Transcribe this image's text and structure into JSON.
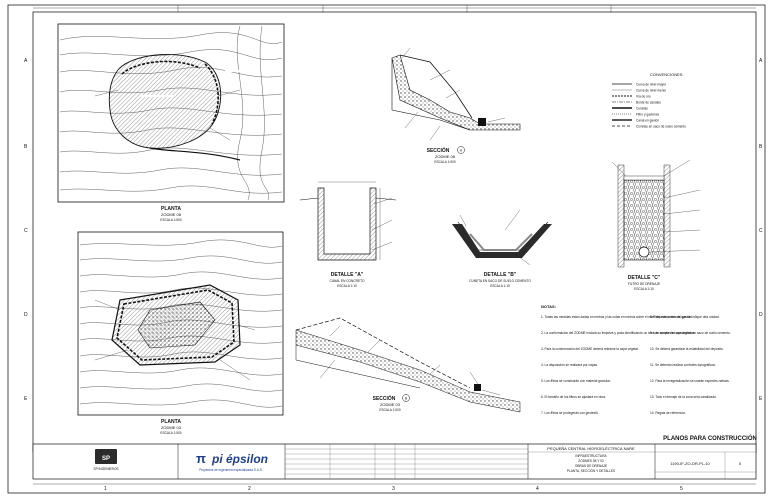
{
  "sheet": {
    "grid_columns": [
      "1",
      "2",
      "3",
      "4",
      "5"
    ],
    "grid_rows": [
      "A",
      "B",
      "C",
      "D",
      "E"
    ]
  },
  "views": {
    "planta_08": {
      "title": "PLANTA",
      "subtitle": "ZODME 08",
      "scale": "ESCALA 1:500"
    },
    "planta_03": {
      "title": "PLANTA",
      "subtitle": "ZODME 03",
      "scale": "ESCALA 1:500"
    },
    "seccion_08": {
      "title": "SECCIÓN",
      "mark": "A",
      "subtitle": "ZODME 08",
      "scale": "ESCALA 1:500"
    },
    "seccion_03": {
      "title": "SECCIÓN",
      "mark": "B",
      "subtitle": "ZODME 03",
      "scale": "ESCALA 1:500"
    },
    "detalle_a": {
      "title": "DETALLE \"A\"",
      "subtitle": "CANAL EN CONCRETO",
      "scale": "ESCALA 1:10"
    },
    "detalle_b": {
      "title": "DETALLE \"B\"",
      "subtitle": "CUNETA EN SACO DE SUELO CEMENTO",
      "scale": "ESCALA 1:10"
    },
    "detalle_c": {
      "title": "DETALLE \"C\"",
      "subtitle": "FILTRO DE DRENAJE",
      "scale": "ESCALA 1:10"
    }
  },
  "convenciones": {
    "title": "CONVENCIONES:",
    "items": [
      "Curva de nivel mayor",
      "Curva de nivel menor",
      "Vía de oro",
      "Borde de canales",
      "Cunetas",
      "Filtro y gaviones",
      "Canal en gavión",
      "Cunetas en saco de suelo cemento"
    ]
  },
  "notas": {
    "title": "NOTAS:",
    "items": [
      "1. Todas las medidas están dadas en metros y las cotas en metros sobre el nivel del mar, a menos que se indique otra unidad.",
      "2. La conformación del ZODME iniciará su limpieza y poda identificando un área de acopio de capa orgánica.",
      "3. Para la conformación del ZODME deberá retirarse la capa vegetal.",
      "4. La disposición se realizará por capas.",
      "5. Los filtros se construirán con material granular.",
      "6. El tamaño de los filtros se ajustará en obra.",
      "7. Los filtros se protegerán con geotextil.",
      "8. Requerimientos del gavión.",
      "9. Las cunetas se construirán en saco de suelo cemento.",
      "10. Se deberá garantizar la estabilidad del depósito.",
      "11. Se deberán realizar controles topográficos.",
      "12. Para la revegetalización se usarán especies nativas.",
      "13. Todo el drenaje de la zona será canalizado.",
      "14. Reglas de referencia."
    ]
  },
  "title_block": {
    "plan_status": "PLANOS PARA CONSTRUCCIÓN",
    "client_logo_text": "SP INGENIEROS",
    "company_name": "pi épsilon",
    "company_tagline": "Proyectos de ingeniería especializada S.A.S.",
    "project": "PEQUEÑA CENTRAL HIDROELÉCTRICA NARE",
    "section": "INFRAESTRUCTURA",
    "drawing_title_1": "ZODMES 08 Y 03",
    "drawing_title_2": "OBRAS DE DRENAJE",
    "drawing_title_3": "PLANTA, SECCIÓN Y DETALLES",
    "drawing_number": "1190-IF-ZO-DR-PL-10",
    "revision": "0"
  },
  "colors": {
    "line": "#1a1a1a",
    "hatch": "#555555",
    "dark_fill": "#2b2b2b",
    "accent_blue": "#1f3f8f"
  }
}
